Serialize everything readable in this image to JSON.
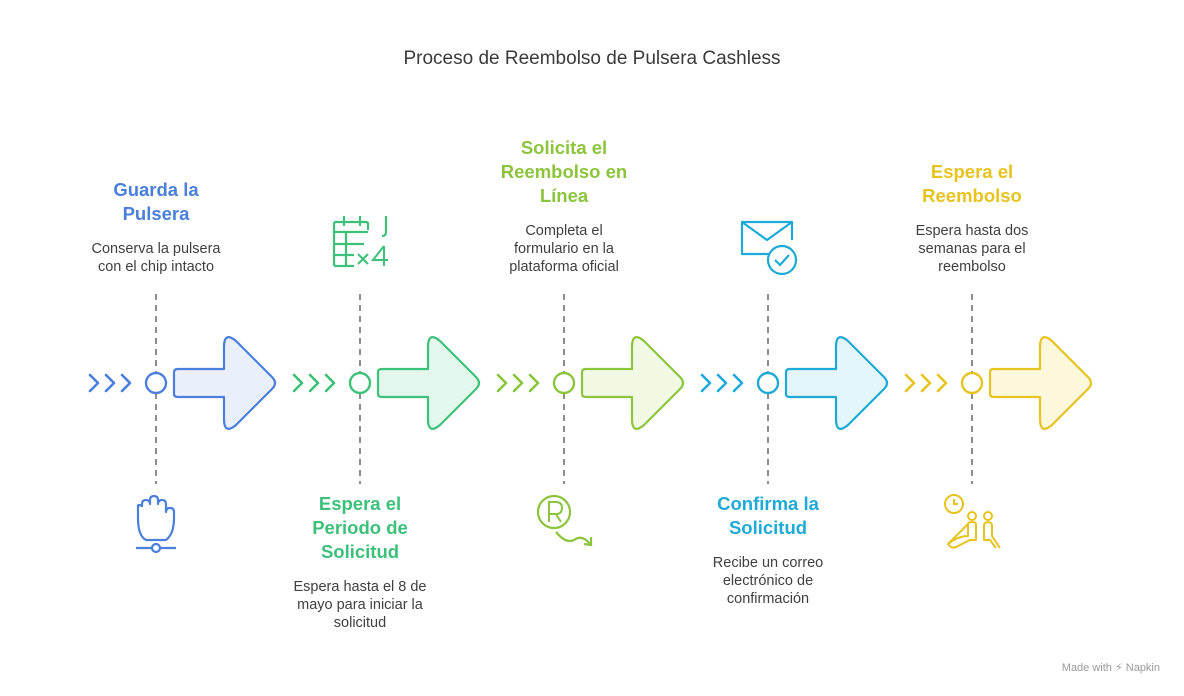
{
  "title": "Proceso de Reembolso de Pulsera Cashless",
  "steps": [
    {
      "title": "Guarda la Pulsera",
      "title_lines": [
        "Guarda la",
        "Pulsera"
      ],
      "desc_lines": [
        "Conserva la pulsera",
        "con el chip intacto"
      ],
      "color": "#4a7fdb",
      "fill": "#e9effb",
      "icon": "fist-icon",
      "text_position": "top"
    },
    {
      "title": "Espera el Periodo de Solicitud",
      "title_lines": [
        "Espera el",
        "Periodo de",
        "Solicitud"
      ],
      "desc_lines": [
        "Espera hasta el 8 de",
        "mayo para iniciar la",
        "solicitud"
      ],
      "color": "#3cc07a",
      "fill": "#e3f7ec",
      "icon": "calendar-multiply-icon",
      "text_position": "bottom"
    },
    {
      "title": "Solicita el Reembolso en Línea",
      "title_lines": [
        "Solicita el",
        "Reembolso en",
        "Línea"
      ],
      "desc_lines": [
        "Completa el",
        "formulario en la",
        "plataforma oficial"
      ],
      "color": "#8cc43c",
      "fill": "#f1f9e4",
      "icon": "refund-icon",
      "text_position": "top"
    },
    {
      "title": "Confirma la Solicitud",
      "title_lines": [
        "Confirma la",
        "Solicitud"
      ],
      "desc_lines": [
        "Recibe un correo",
        "electrónico de",
        "confirmación"
      ],
      "color": "#1eaad6",
      "fill": "#e4f6fb",
      "icon": "mail-check-icon",
      "text_position": "bottom"
    },
    {
      "title": "Espera el Reembolso",
      "title_lines": [
        "Espera el",
        "Reembolso"
      ],
      "desc_lines": [
        "Espera hasta dos",
        "semanas para el",
        "reembolso"
      ],
      "color": "#e6c31e",
      "fill": "#fdf8dc",
      "icon": "waiting-people-icon",
      "text_position": "top"
    }
  ],
  "footer": "Made with ⚡ Napkin"
}
